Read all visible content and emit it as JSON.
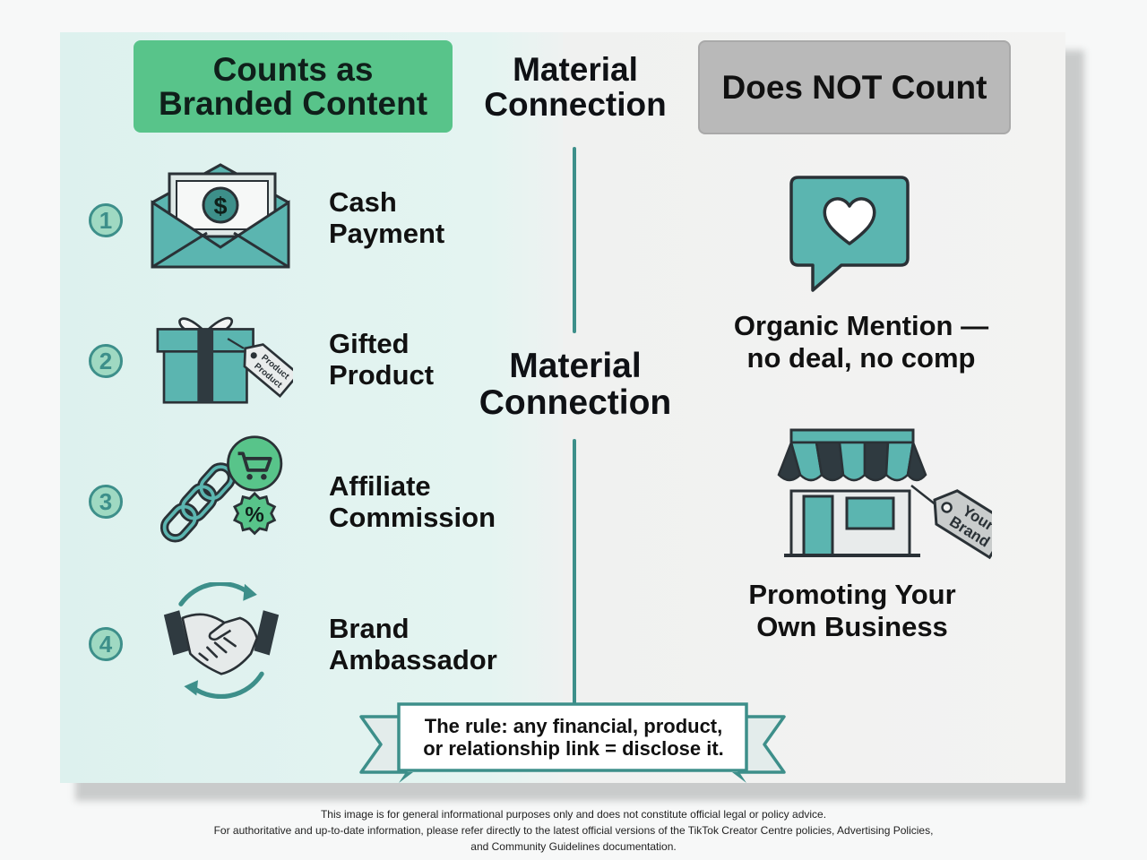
{
  "header": {
    "left_title_line1": "Counts as",
    "left_title_line2": "Branded Content",
    "center_title_line1": "Material",
    "center_title_line2": "Connection",
    "right_title": "Does NOT Count"
  },
  "center_label": {
    "line1": "Material",
    "line2": "Connection"
  },
  "counts_items": [
    {
      "number": "1",
      "line1": "Cash",
      "line2": "Payment",
      "icon": "cash-envelope-icon"
    },
    {
      "number": "2",
      "line1": "Gifted",
      "line2": "Product",
      "icon": "gift-box-icon"
    },
    {
      "number": "3",
      "line1": "Affiliate",
      "line2": "Commission",
      "icon": "affiliate-chain-icon"
    },
    {
      "number": "4",
      "line1": "Brand",
      "line2": "Ambassador",
      "icon": "handshake-icon"
    }
  ],
  "gift_tag_text": [
    "Product",
    "Product"
  ],
  "not_count_items": [
    {
      "line1": "Organic Mention —",
      "line2": "no deal, no comp",
      "icon": "heart-chat-icon"
    },
    {
      "line1": "Promoting Your",
      "line2": "Own Business",
      "icon": "storefront-icon"
    }
  ],
  "store_tag_text": [
    "Your",
    "Brand"
  ],
  "banner": {
    "line1": "The rule: any financial, product,",
    "line2": "or relationship link = disclose it."
  },
  "disclaimer": {
    "line1": "This image is for general informational purposes only and does not constitute official legal or policy advice.",
    "line2": "For authoritative and up-to-date information, please refer directly to the latest official versions of the TikTok Creator Centre policies, Advertising Policies,",
    "line3": "and Community Guidelines documentation."
  },
  "colors": {
    "teal": "#3d8f8a",
    "teal_fill": "#5bb5b0",
    "green_header": "#58c48a",
    "grey_header": "#b9b9b9",
    "dark_outline": "#2a3136"
  }
}
